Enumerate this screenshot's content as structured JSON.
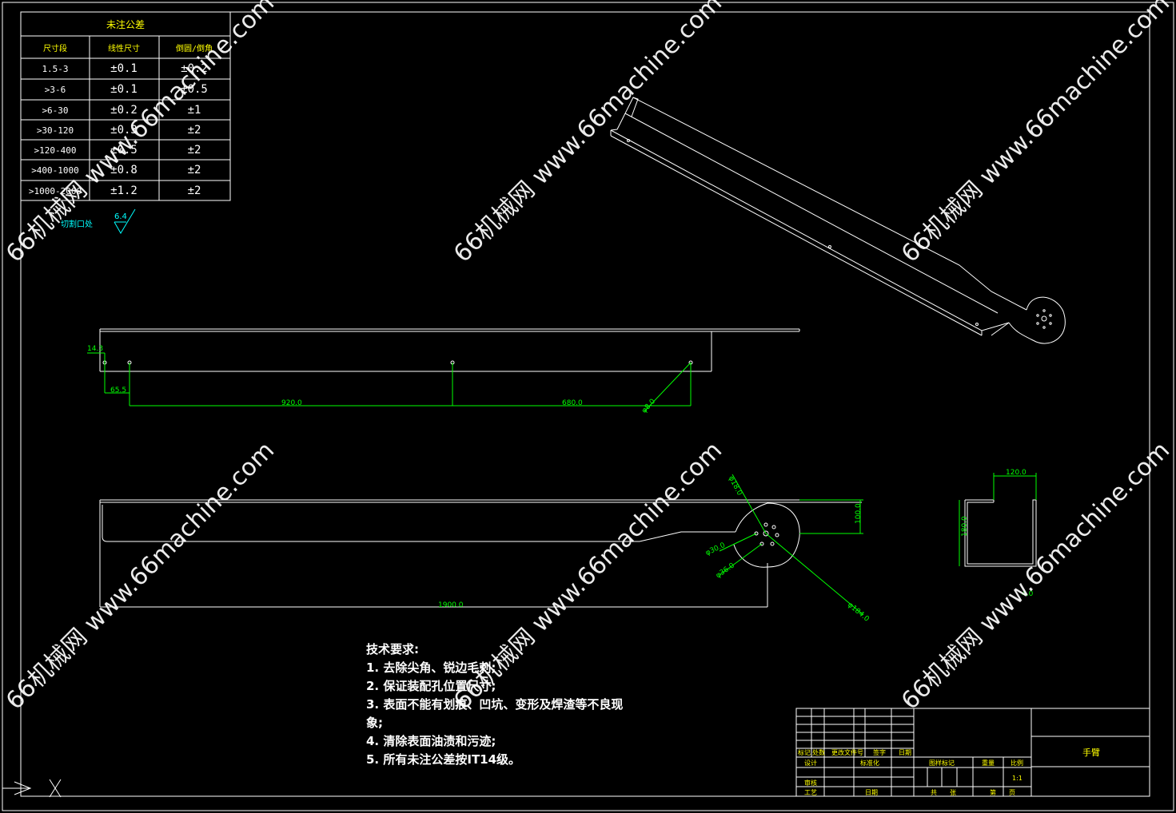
{
  "tolerance_table": {
    "title": "未注公差",
    "headers": [
      "尺寸段",
      "线性尺寸",
      "倒圆/倒角"
    ],
    "rows": [
      [
        "1.5-3",
        "±0.1",
        "±0.2"
      ],
      [
        ">3-6",
        "±0.1",
        "±0.5"
      ],
      [
        ">6-30",
        "±0.2",
        "±1"
      ],
      [
        ">30-120",
        "±0.3",
        "±2"
      ],
      [
        ">120-400",
        "±0.5",
        "±2"
      ],
      [
        ">400-1000",
        "±0.8",
        "±2"
      ],
      [
        ">1000-2000",
        "±1.2",
        "±2"
      ]
    ],
    "roughness_value": "6.4",
    "roughness_note": "切割口处"
  },
  "views": {
    "side_view": {
      "dims": {
        "edge": "14.3",
        "hole1": "65.5",
        "span1": "920.0",
        "span2": "680.0",
        "hole_dia": "φ8.0"
      }
    },
    "top_view": {
      "dims": {
        "length": "1900.0",
        "height": "100.0",
        "dia_small": "φ18.0",
        "pcd": "φ30.0",
        "dia_hole": "φ36.0",
        "dia_big": "φ184.0"
      }
    },
    "end_view": {
      "dims": {
        "width": "120.0",
        "height": "180.0",
        "thickness": "4.0"
      }
    }
  },
  "tech_requirements": {
    "title": "技术要求:",
    "items": [
      "1. 去除尖角、锐边毛刺;",
      "2. 保证装配孔位置尺寸;",
      "3. 表面不能有划痕、凹坑、变形及焊渣等不良现",
      "象;",
      "4. 清除表面油渍和污迹;",
      "5. 所有未注公差按IT14级。"
    ]
  },
  "title_block": {
    "part_name": "手臂",
    "scale": "1:1",
    "labels": {
      "mark": "标记",
      "count": "处数",
      "file_no": "更改文件号",
      "sign": "签字",
      "date": "日期",
      "design": "设计",
      "standardize": "标准化",
      "review": "审核",
      "process": "工艺",
      "date2": "日期",
      "stage_mark": "图样标记",
      "weight": "重量",
      "ratio": "比例",
      "total": "共",
      "sheets": "张",
      "sheet_no": "第",
      "page": "页"
    }
  },
  "watermark": {
    "text": "66机械网 www.66machine.com"
  }
}
